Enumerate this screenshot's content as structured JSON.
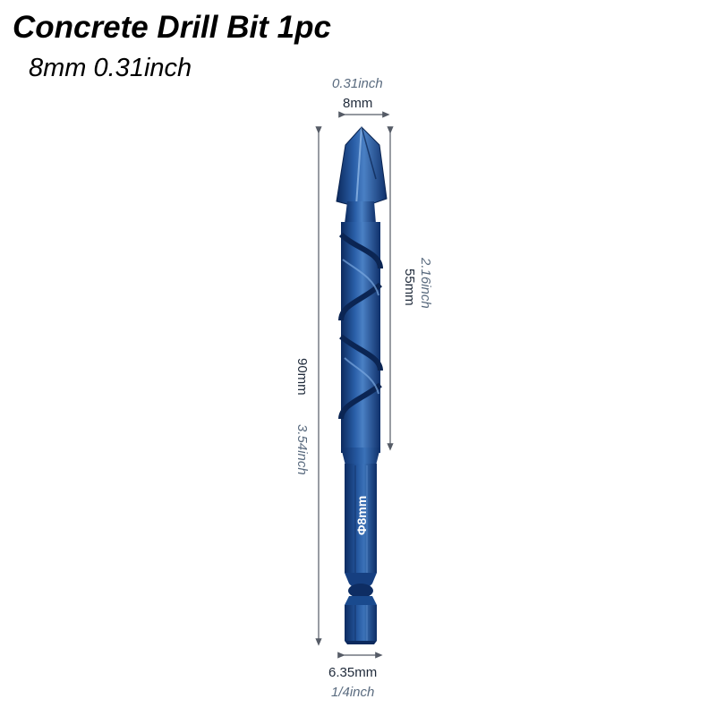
{
  "title": "Concrete Drill Bit 1pc",
  "subtitle": "8mm 0.31inch",
  "dimensions": {
    "tip_width_inch": "0.31inch",
    "tip_width_mm": "8mm",
    "flute_length_inch": "2.16inch",
    "flute_length_mm": "55mm",
    "total_length_mm": "90mm",
    "total_length_inch": "3.54inch",
    "shank_mm": "6.35mm",
    "shank_inch": "1/4inch"
  },
  "shank_marking": "Φ8mm",
  "colors": {
    "bit_blue": "#1f4f94",
    "bit_dark": "#0f2f66",
    "bit_light": "#4f86c6",
    "dimension_line": "#555b66"
  }
}
